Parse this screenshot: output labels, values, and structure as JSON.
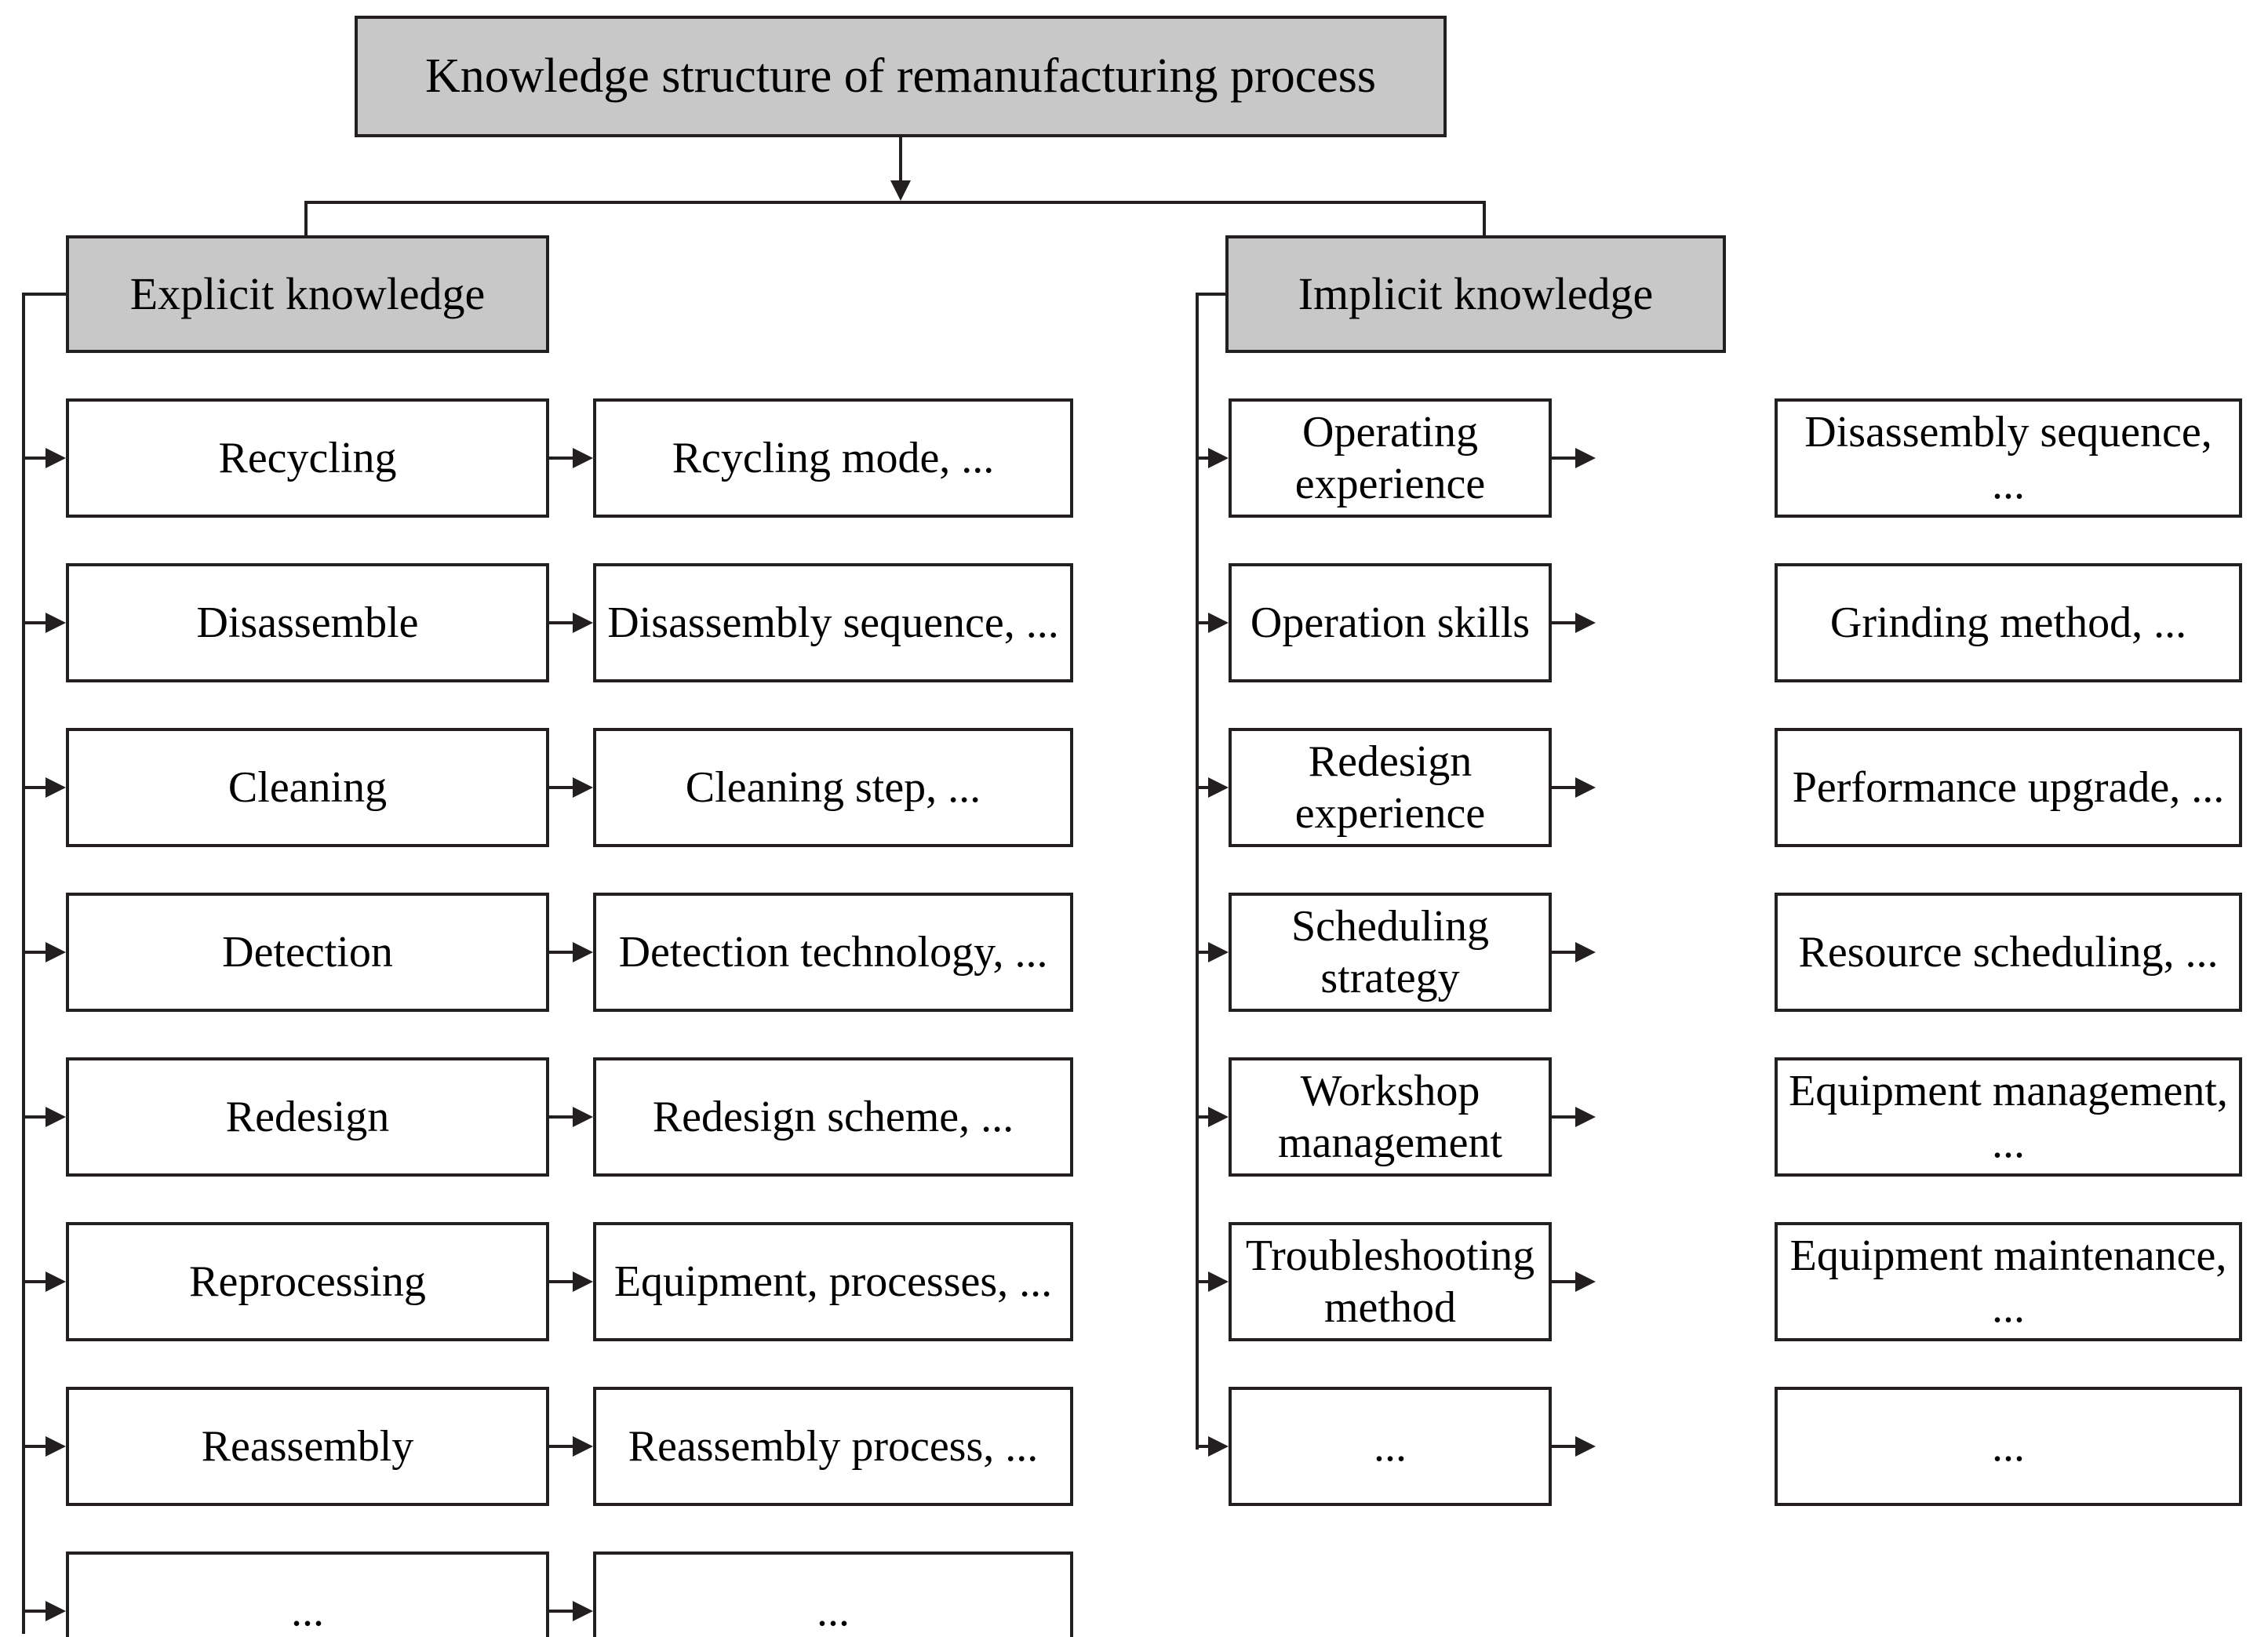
{
  "diagram": {
    "title": "Knowledge structure of remanufacturing process",
    "branches": [
      {
        "category": "Explicit knowledge",
        "rows": [
          {
            "item": "Recycling",
            "detail": "Rcycling mode, ..."
          },
          {
            "item": "Disassemble",
            "detail": "Disassembly sequence, ..."
          },
          {
            "item": "Cleaning",
            "detail": "Cleaning step, ..."
          },
          {
            "item": "Detection",
            "detail": "Detection technology, ..."
          },
          {
            "item": "Redesign",
            "detail": "Redesign scheme, ..."
          },
          {
            "item": "Reprocessing",
            "detail": "Equipment, processes, ..."
          },
          {
            "item": "Reassembly",
            "detail": "Reassembly process, ..."
          },
          {
            "item": "...",
            "detail": "..."
          }
        ]
      },
      {
        "category": "Implicit knowledge",
        "rows": [
          {
            "item": "Operating experience",
            "detail": "Disassembly sequence, ..."
          },
          {
            "item": "Operation skills",
            "detail": "Grinding method, ..."
          },
          {
            "item": "Redesign experience",
            "detail": "Performance upgrade, ..."
          },
          {
            "item": "Scheduling strategy",
            "detail": "Resource scheduling, ..."
          },
          {
            "item": "Workshop management",
            "detail": "Equipment management, ..."
          },
          {
            "item": "Troubleshooting method",
            "detail": "Equipment maintenance, ..."
          },
          {
            "item": "...",
            "detail": "..."
          }
        ]
      }
    ],
    "colors": {
      "shaded_fill": "#c8c8c8",
      "box_fill": "#ffffff",
      "stroke": "#231f20"
    }
  }
}
